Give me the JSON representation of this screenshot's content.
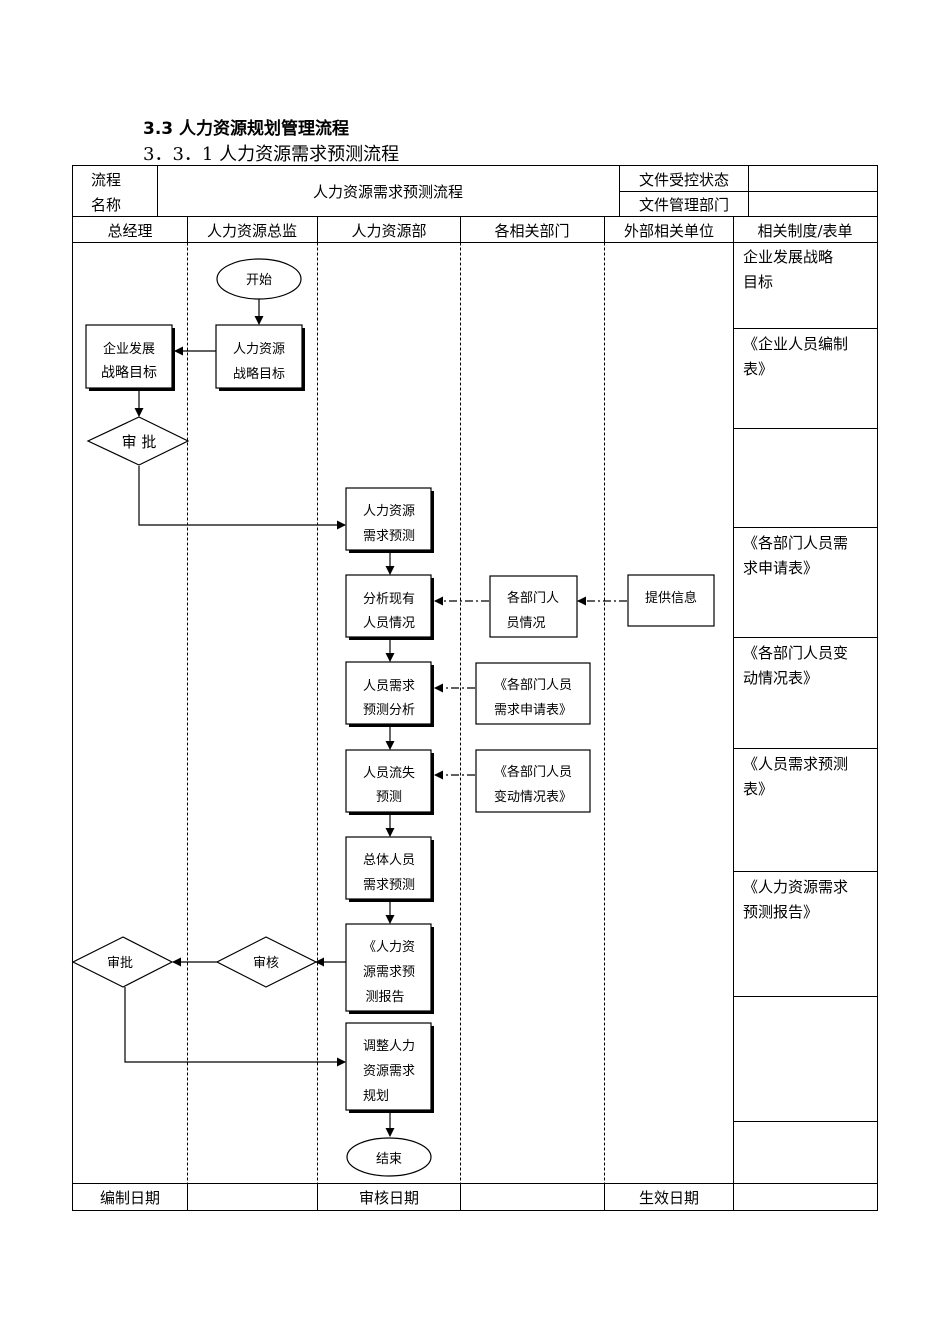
{
  "section_title": "3.3 人力资源规划管理流程",
  "subsection_title": "3．3．1 人力资源需求预测流程",
  "header": {
    "process_label_1": "流程",
    "process_label_2": "名称",
    "process_name": "人力资源需求预测流程",
    "controlled_status_label": "文件受控状态",
    "controlled_status_value": "",
    "managing_dept_label": "文件管理部门",
    "managing_dept_value": ""
  },
  "lanes": [
    "总经理",
    "人力资源总监",
    "人力资源部",
    "各相关部门",
    "外部相关单位",
    "相关制度/表单"
  ],
  "nodes": {
    "start": "开始",
    "hrd_goal_1": "人力资源",
    "hrd_goal_2": "战略目标",
    "gm_goal_1": "企业发展",
    "gm_goal_2": "战略目标",
    "gm_approve_1": "审 批",
    "hr_forecast_1": "人力资源",
    "hr_forecast_2": "需求预测",
    "hr_analyze_1": "分析现有",
    "hr_analyze_2": "人员情况",
    "dept_info_1": "各部门人",
    "dept_info_2": "员情况",
    "ext_info": "提供信息",
    "hr_demand_1": "人员需求",
    "hr_demand_2": "预测分析",
    "dept_apply_1": "《各部门人员",
    "dept_apply_2": "需求申请表》",
    "hr_turnover_1": "人员流失",
    "hr_turnover_2": "预测",
    "dept_change_1": "《各部门人员",
    "dept_change_2": "变动情况表》",
    "hr_total_1": "总体人员",
    "hr_total_2": "需求预测",
    "hr_report_1": "《人力资",
    "hr_report_2": "源需求预",
    "hr_report_3": "测报告",
    "hrd_review": "审核",
    "gm_approve_2": "审批",
    "hr_adjust_1": "调整人力",
    "hr_adjust_2": "资源需求",
    "hr_adjust_3": "规划",
    "end": "结束"
  },
  "forms": [
    [
      "企业发展战略",
      "目标"
    ],
    [
      "《企业人员编制",
      "表》"
    ],
    [],
    [
      "《各部门人员需",
      "求申请表》"
    ],
    [
      "《各部门人员变",
      "动情况表》"
    ],
    [
      "《人员需求预测",
      "表》"
    ],
    [
      "《人力资源需求",
      "预测报告》"
    ],
    [],
    []
  ],
  "footer": {
    "compiled_date_label": "编制日期",
    "compiled_date_value": "",
    "review_date_label": "审核日期",
    "review_date_value": "",
    "effective_date_label": "生效日期",
    "effective_date_value": ""
  }
}
